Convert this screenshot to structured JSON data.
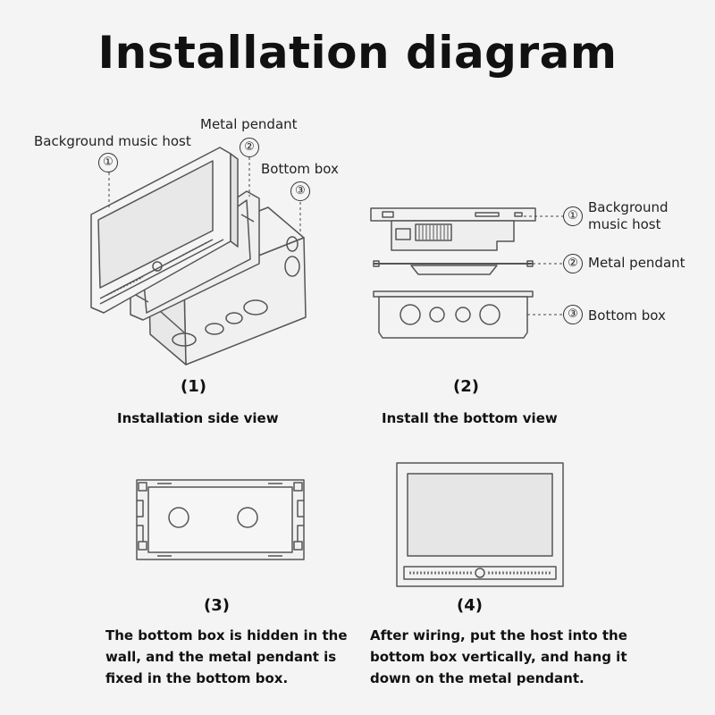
{
  "title": "Installation diagram",
  "parts": {
    "host": "Background music host",
    "pendant": "Metal pendant",
    "box": "Bottom box"
  },
  "markers": {
    "one": "①",
    "two": "②",
    "three": "③"
  },
  "side_labels": {
    "host_line1": "Background",
    "host_line2": "music host",
    "pendant": "Metal pendant",
    "box": "Bottom box"
  },
  "steps": [
    {
      "number": "(1)",
      "caption": "Installation side view"
    },
    {
      "number": "(2)",
      "caption": "Install the bottom view"
    },
    {
      "number": "(3)",
      "desc_lines": [
        "The bottom box is hidden in the",
        "wall, and the metal pendant is",
        "fixed in the bottom box."
      ]
    },
    {
      "number": "(4)",
      "desc_lines": [
        "After wiring, put the host into the",
        "bottom box vertically, and hang it",
        "down on the metal pendant."
      ]
    }
  ],
  "colors": {
    "line": "#555555",
    "fill_light": "#f0f0f0",
    "fill_screen": "#e6e6e6",
    "background": "#f4f4f4"
  }
}
